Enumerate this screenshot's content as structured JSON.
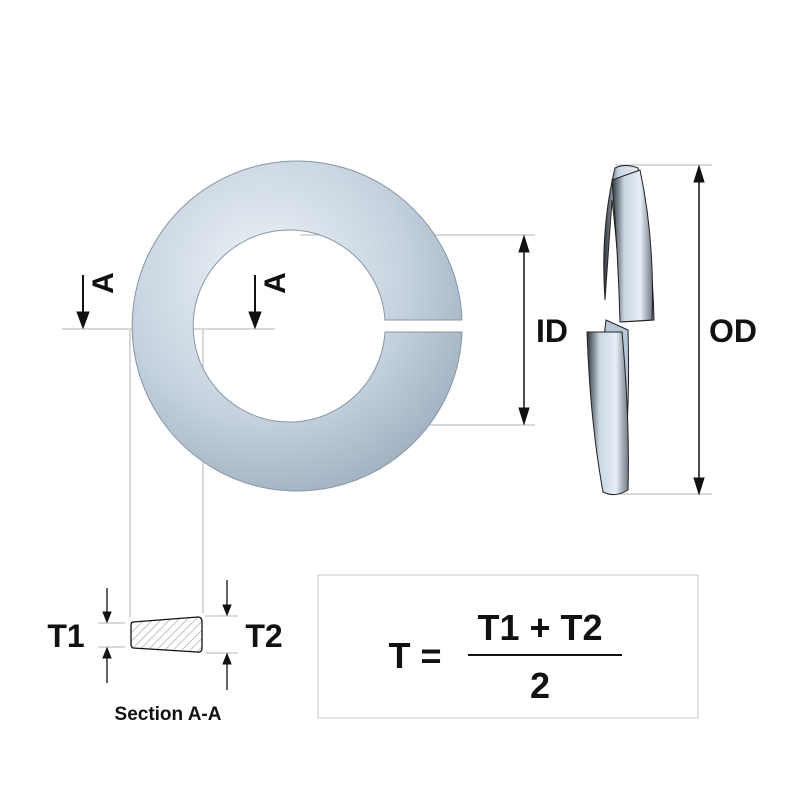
{
  "labels": {
    "section_letter_left": "A",
    "section_letter_right": "A",
    "inner_diameter": "ID",
    "outer_diameter": "OD",
    "thickness_1": "T1",
    "thickness_2": "T2",
    "section_caption": "Section A-A"
  },
  "formula": {
    "lhs": "T =",
    "numerator": "T1 + T2",
    "denominator": "2"
  },
  "colors": {
    "metal_light": "#e4ecf3",
    "metal_mid": "#a9b9c8",
    "metal_dark": "#4a5560",
    "dimension_line": "#b5b5b5",
    "text": "#111111"
  }
}
